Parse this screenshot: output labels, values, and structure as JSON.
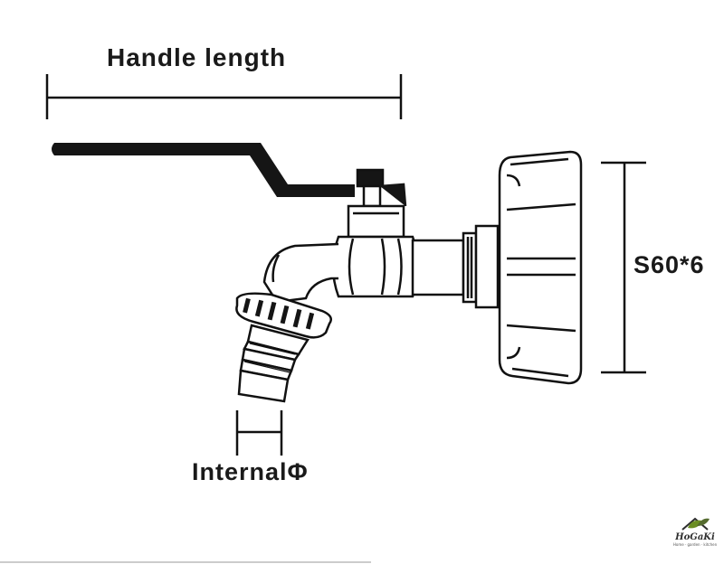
{
  "labels": {
    "handle_length": "Handle length",
    "thread_spec": "S60*6",
    "internal_diameter": "InternalΦ"
  },
  "logo": {
    "name": "HoGaKi",
    "tagline": "Home · garden · kitchen"
  },
  "colors": {
    "line": "#111111",
    "handle": "#151515",
    "logo_leaf": "#6b8e23"
  }
}
